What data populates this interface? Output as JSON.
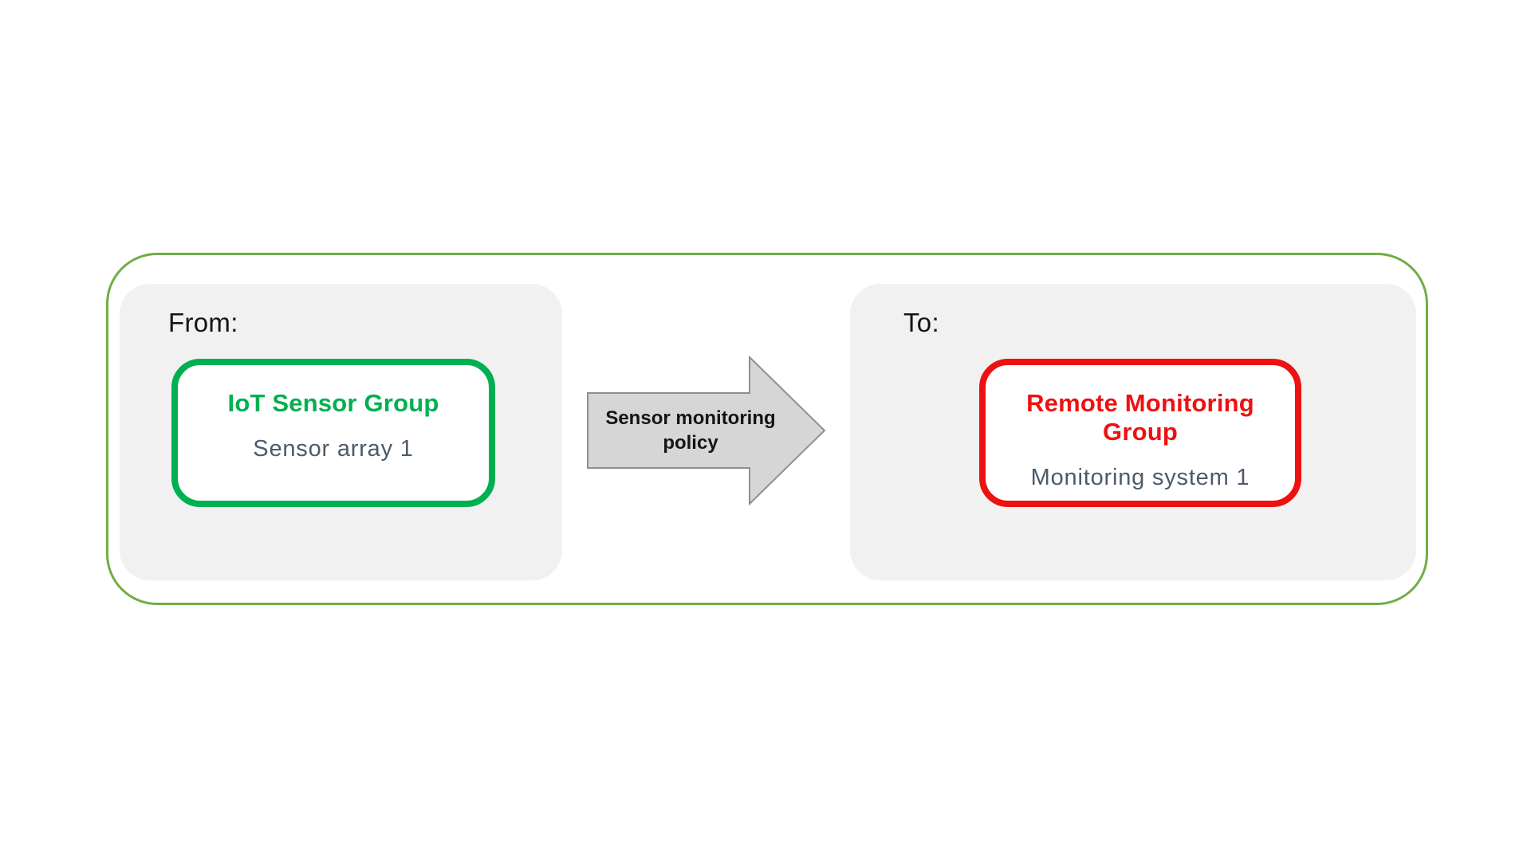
{
  "diagram": {
    "from_panel": {
      "label": "From:",
      "node": {
        "title": "IoT Sensor Group",
        "subtitle": "Sensor array 1"
      }
    },
    "arrow": {
      "label": "Sensor monitoring policy",
      "label_line1": "Sensor monitoring",
      "label_line2": "policy"
    },
    "to_panel": {
      "label": "To:",
      "node": {
        "title": "Remote Monitoring Group",
        "subtitle": "Monitoring system 1"
      }
    }
  },
  "colors": {
    "outer-border": "#70ad47",
    "panel-bg": "#f1f1f2",
    "from-accent": "#00b050",
    "to-accent": "#ee1111",
    "subtitle-color": "#4c5a6b",
    "arrow-fill": "#d6d6d6",
    "arrow-stroke": "#8f8f8f",
    "text-black": "#141414"
  }
}
